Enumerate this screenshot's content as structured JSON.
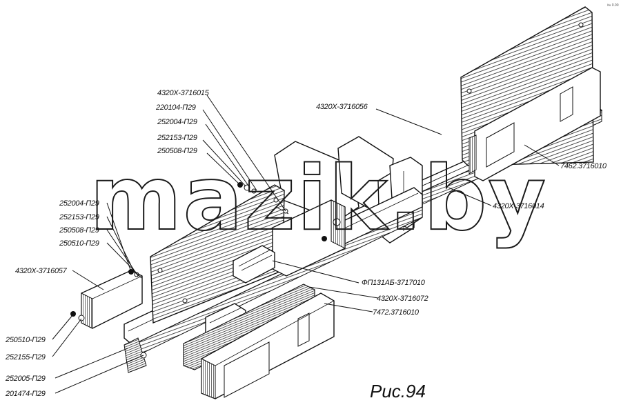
{
  "figure": {
    "caption": "Рис.94",
    "watermark": "mazik.by",
    "corner_mark": "№ 0.00"
  },
  "labels": [
    "4320Х-3716015",
    "220104-П29",
    "252004-П29",
    "252153-П29",
    "250508-П29",
    "4320Х-3716056",
    "7462.3716010",
    "4320Х-3716014",
    "252004-П29",
    "252153-П29",
    "250508-П29",
    "250510-П29",
    "4320Х-3716057",
    "ФП131АБ-3717010",
    "4320Х-3716072",
    "7472.3716010",
    "250510-П29",
    "252155-П29",
    "252005-П29",
    "201474-П29"
  ],
  "colors": {
    "ink": "#111111",
    "paper": "#ffffff"
  }
}
